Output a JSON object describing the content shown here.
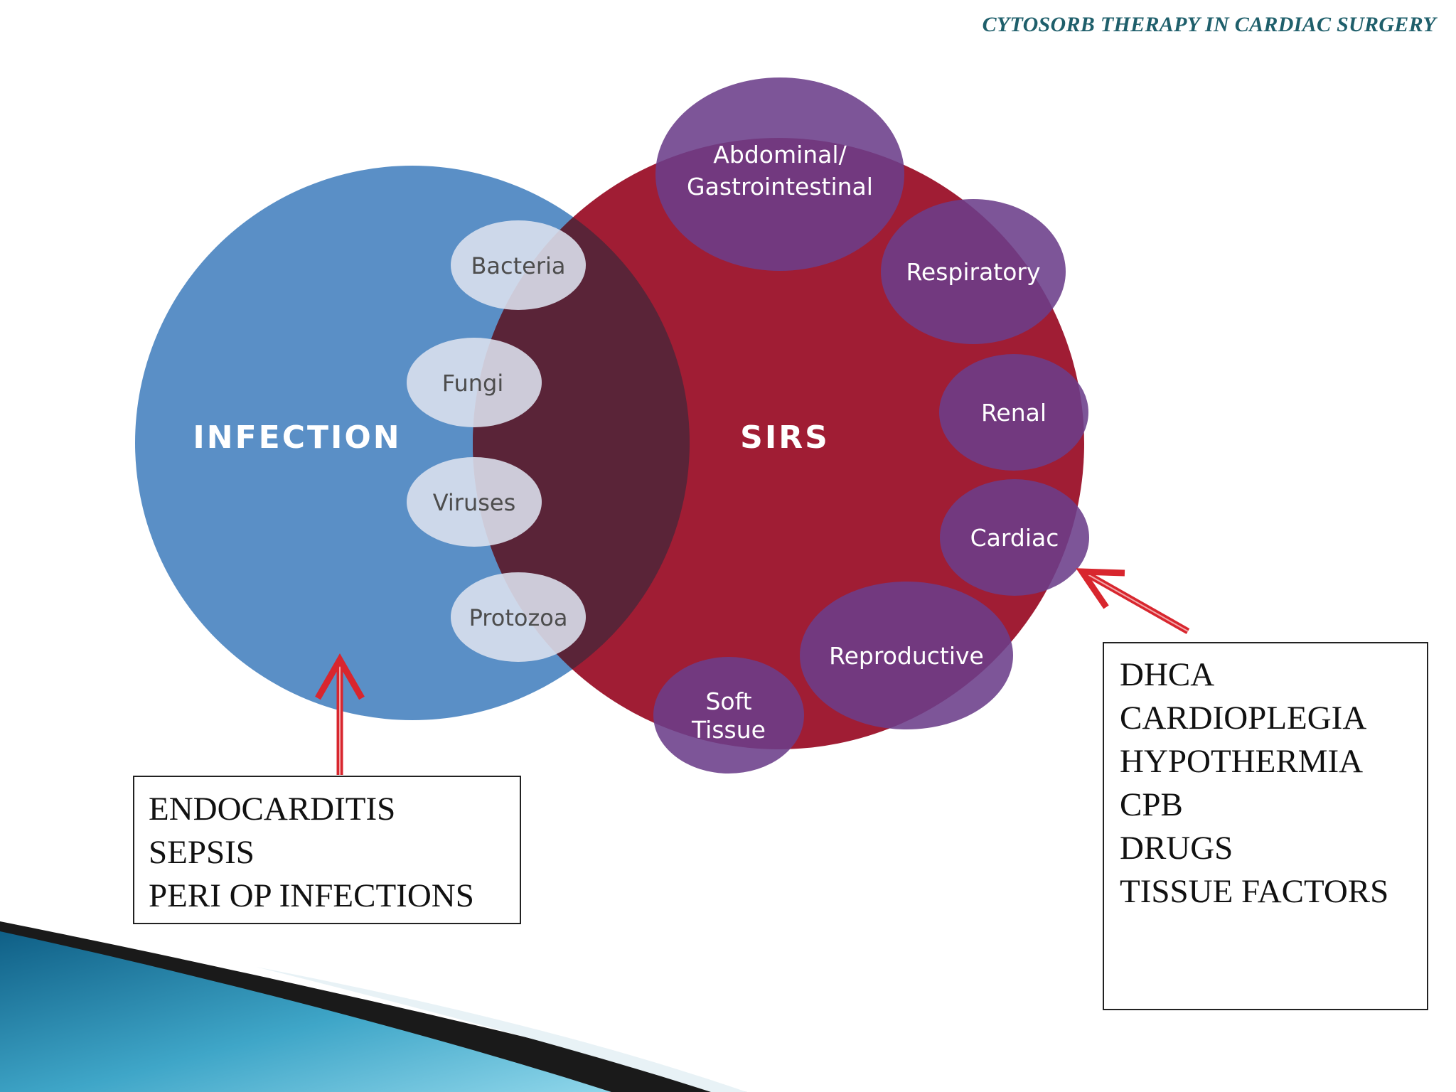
{
  "header": {
    "title": "CYTOSORB THERAPY IN CARDIAC SURGERY"
  },
  "diagram": {
    "infection": {
      "label": "INFECTION"
    },
    "sirs": {
      "label": "SIRS"
    },
    "pathogens": [
      "Bacteria",
      "Fungi",
      "Viruses",
      "Protozoa"
    ],
    "organs": {
      "abdominal": [
        "Abdominal/",
        "Gastrointestinal"
      ],
      "respiratory": "Respiratory",
      "renal": "Renal",
      "cardiac": "Cardiac",
      "reproductive": "Reproductive",
      "soft_tissue": [
        "Soft",
        "Tissue"
      ]
    },
    "colors": {
      "infection": "#5a8fc6",
      "sirs": "#a01d34",
      "overlap": "#5a2438",
      "organ": "#6b3d8a",
      "pathogen": "#dde3ef",
      "arrow": "#d8262e"
    }
  },
  "left_box": {
    "lines": [
      "ENDOCARDITIS",
      "SEPSIS",
      "PERI OP INFECTIONS"
    ]
  },
  "right_box": {
    "lines": [
      "DHCA",
      "CARDIOPLEGIA",
      "HYPOTHERMIA",
      "CPB",
      "DRUGS",
      "TISSUE FACTORS"
    ]
  }
}
